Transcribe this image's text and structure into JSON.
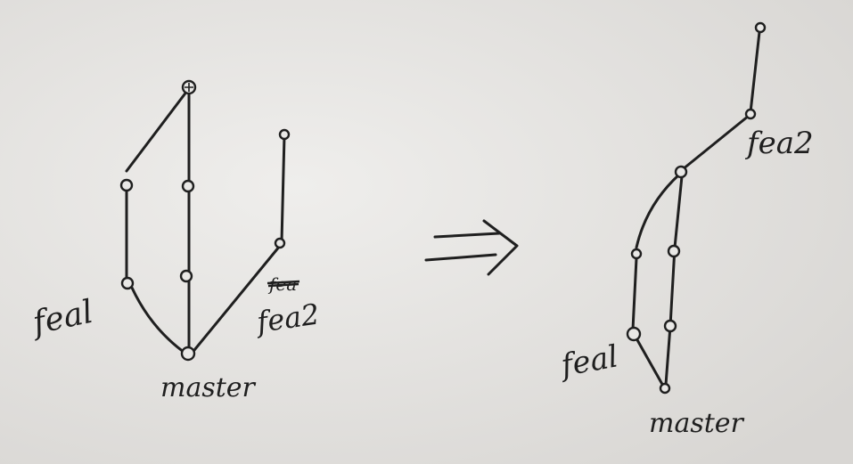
{
  "colors": {
    "paper": "#e9e8e6",
    "ink": "#1f1f1f"
  },
  "before": {
    "labels": {
      "fea1": "feal",
      "master": "master",
      "fea2_struck": "fea",
      "fea2": "fea2"
    }
  },
  "after": {
    "labels": {
      "fea2": "fea2",
      "fea1": "feal",
      "master": "master"
    }
  },
  "arrow": {
    "icon": "double-arrow-right-icon"
  }
}
